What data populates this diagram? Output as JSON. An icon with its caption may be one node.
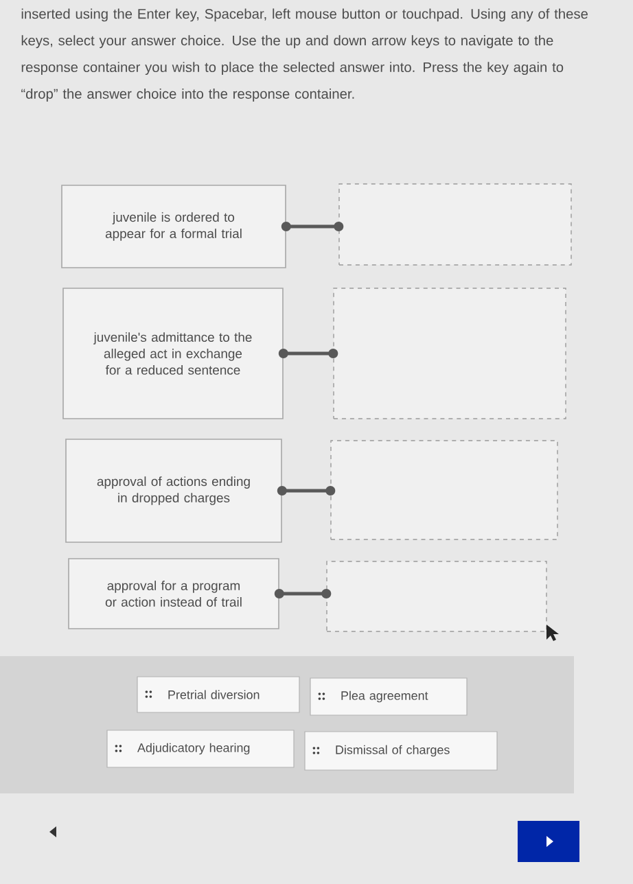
{
  "diagram": {
    "nodes": [
      {
        "text": [
          "juvenile is ordered to appear for a formal trial"
        ]
      },
      {
        "text": [],
        "shape": "box"
      },
      {
        "text": [
          "juvenile's admittance to the alleged act in exchange for a reduced sentence"
        ]
      },
      {
        "text": [],
        "shape": "box"
      },
      {
        "text": [
          "approval of actions ending in dropped charges"
        ]
      },
      {
        "text": [],
        "shape": "box"
      },
      {
        "text": [
          "approval for a program or action instead of trail"
        ]
      },
      {
        "text": [],
        "shape": "box"
      },
      {
        "text": [],
        "shape": "box"
      },
      {
        "text": [
          "Pretrial diversion"
        ],
        "in": 8
      },
      {
        "text": [
          "Plea agreement"
        ],
        "in": 8
      },
      {
        "text": [
          "Adjudicatory hearing"
        ],
        "in": 8
      },
      {
        "text": [
          "Dismissal of charges"
        ],
        "in": 8
      }
    ],
    "edges": [
      {
        "from": 0,
        "to": 1,
        "arrow": "other"
      },
      {
        "from": 2,
        "to": 3,
        "arrow": "other"
      },
      {
        "from": 4,
        "to": 5,
        "arrow": "other"
      },
      {
        "from": 6,
        "to": 7,
        "arrow": "other"
      }
    ],
    "labels": [
      "inserted using the Enter key, Spacebar, left mouse button or touchpad. Using any of these keys, select your answer choice. Use the up and down arrow keys to navigate to the response container you wish to place the selected answer into. Press the key again to “drop” the answer choice into the response container."
    ]
  }
}
